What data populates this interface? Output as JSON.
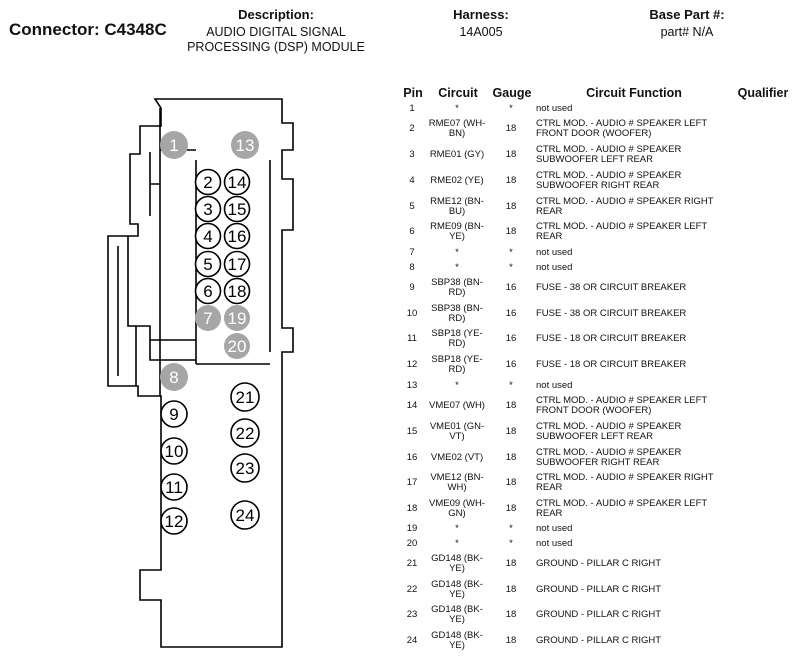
{
  "header": {
    "connector": "Connector: C4348C",
    "description_label": "Description:",
    "description_line1": "AUDIO DIGITAL SIGNAL",
    "description_line2": "PROCESSING (DSP) MODULE",
    "harness_label": "Harness:",
    "harness_value": "14A005",
    "base_part_label": "Base Part #:",
    "base_part_value": "part# N/A"
  },
  "columns": {
    "pin": "Pin",
    "circuit": "Circuit",
    "gauge": "Gauge",
    "function": "Circuit Function",
    "qualifier": "Qualifier"
  },
  "pins": [
    {
      "pin": "1",
      "circuit": [
        "*"
      ],
      "gauge": "*",
      "function": [
        "not used"
      ]
    },
    {
      "pin": "2",
      "circuit": [
        "RME07 (WH-",
        "BN)"
      ],
      "gauge": "18",
      "function": [
        "CTRL MOD. - AUDIO # SPEAKER LEFT",
        "FRONT DOOR (WOOFER)"
      ]
    },
    {
      "pin": "3",
      "circuit": [
        "RME01 (GY)"
      ],
      "gauge": "18",
      "function": [
        "CTRL MOD. - AUDIO # SPEAKER",
        "SUBWOOFER LEFT REAR"
      ]
    },
    {
      "pin": "4",
      "circuit": [
        "RME02 (YE)"
      ],
      "gauge": "18",
      "function": [
        "CTRL MOD. - AUDIO # SPEAKER",
        "SUBWOOFER RIGHT REAR"
      ]
    },
    {
      "pin": "5",
      "circuit": [
        "RME12 (BN-",
        "BU)"
      ],
      "gauge": "18",
      "function": [
        "CTRL MOD. - AUDIO # SPEAKER RIGHT",
        "REAR"
      ]
    },
    {
      "pin": "6",
      "circuit": [
        "RME09 (BN-",
        "YE)"
      ],
      "gauge": "18",
      "function": [
        "CTRL MOD. - AUDIO # SPEAKER LEFT",
        "REAR"
      ]
    },
    {
      "pin": "7",
      "circuit": [
        "*"
      ],
      "gauge": "*",
      "function": [
        "not used"
      ]
    },
    {
      "pin": "8",
      "circuit": [
        "*"
      ],
      "gauge": "*",
      "function": [
        "not used"
      ]
    },
    {
      "pin": "9",
      "circuit": [
        "SBP38 (BN-",
        "RD)"
      ],
      "gauge": "16",
      "function": [
        "FUSE - 38 OR CIRCUIT BREAKER"
      ]
    },
    {
      "pin": "10",
      "circuit": [
        "SBP38 (BN-",
        "RD)"
      ],
      "gauge": "16",
      "function": [
        "FUSE - 38 OR CIRCUIT BREAKER"
      ]
    },
    {
      "pin": "11",
      "circuit": [
        "SBP18 (YE-",
        "RD)"
      ],
      "gauge": "16",
      "function": [
        "FUSE - 18 OR CIRCUIT BREAKER"
      ]
    },
    {
      "pin": "12",
      "circuit": [
        "SBP18 (YE-",
        "RD)"
      ],
      "gauge": "16",
      "function": [
        "FUSE - 18 OR CIRCUIT BREAKER"
      ]
    },
    {
      "pin": "13",
      "circuit": [
        "*"
      ],
      "gauge": "*",
      "function": [
        "not used"
      ]
    },
    {
      "pin": "14",
      "circuit": [
        "VME07 (WH)"
      ],
      "gauge": "18",
      "function": [
        "CTRL MOD. - AUDIO # SPEAKER LEFT",
        "FRONT DOOR (WOOFER)"
      ]
    },
    {
      "pin": "15",
      "circuit": [
        "VME01 (GN-",
        "VT)"
      ],
      "gauge": "18",
      "function": [
        "CTRL MOD. - AUDIO # SPEAKER",
        "SUBWOOFER LEFT REAR"
      ]
    },
    {
      "pin": "16",
      "circuit": [
        "VME02 (VT)"
      ],
      "gauge": "18",
      "function": [
        "CTRL MOD. - AUDIO # SPEAKER",
        "SUBWOOFER RIGHT REAR"
      ]
    },
    {
      "pin": "17",
      "circuit": [
        "VME12 (BN-",
        "WH)"
      ],
      "gauge": "18",
      "function": [
        "CTRL MOD. - AUDIO # SPEAKER RIGHT",
        "REAR"
      ]
    },
    {
      "pin": "18",
      "circuit": [
        "VME09 (WH-",
        "GN)"
      ],
      "gauge": "18",
      "function": [
        "CTRL MOD. - AUDIO # SPEAKER LEFT",
        "REAR"
      ]
    },
    {
      "pin": "19",
      "circuit": [
        "*"
      ],
      "gauge": "*",
      "function": [
        "not used"
      ]
    },
    {
      "pin": "20",
      "circuit": [
        "*"
      ],
      "gauge": "*",
      "function": [
        "not used"
      ]
    },
    {
      "pin": "21",
      "circuit": [
        "GD148 (BK-",
        "YE)"
      ],
      "gauge": "18",
      "function": [
        "GROUND - PILLAR C RIGHT"
      ]
    },
    {
      "pin": "22",
      "circuit": [
        "GD148 (BK-",
        "YE)"
      ],
      "gauge": "18",
      "function": [
        "GROUND - PILLAR C RIGHT"
      ]
    },
    {
      "pin": "23",
      "circuit": [
        "GD148 (BK-",
        "YE)"
      ],
      "gauge": "18",
      "function": [
        "GROUND - PILLAR C RIGHT"
      ]
    },
    {
      "pin": "24",
      "circuit": [
        "GD148 (BK-",
        "YE)"
      ],
      "gauge": "18",
      "function": [
        "GROUND - PILLAR C RIGHT"
      ]
    }
  ],
  "connector_pins": [
    {
      "label": "1",
      "used": false
    },
    {
      "label": "2",
      "used": true
    },
    {
      "label": "3",
      "used": true
    },
    {
      "label": "4",
      "used": true
    },
    {
      "label": "5",
      "used": true
    },
    {
      "label": "6",
      "used": true
    },
    {
      "label": "7",
      "used": false
    },
    {
      "label": "8",
      "used": false
    },
    {
      "label": "9",
      "used": true
    },
    {
      "label": "10",
      "used": true
    },
    {
      "label": "11",
      "used": true
    },
    {
      "label": "12",
      "used": true
    },
    {
      "label": "13",
      "used": false
    },
    {
      "label": "14",
      "used": true
    },
    {
      "label": "15",
      "used": true
    },
    {
      "label": "16",
      "used": true
    },
    {
      "label": "17",
      "used": true
    },
    {
      "label": "18",
      "used": true
    },
    {
      "label": "19",
      "used": false
    },
    {
      "label": "20",
      "used": false
    },
    {
      "label": "21",
      "used": true
    },
    {
      "label": "22",
      "used": true
    },
    {
      "label": "23",
      "used": true
    },
    {
      "label": "24",
      "used": true
    }
  ],
  "colors": {
    "unused_pin_fill": "#a6a6a6",
    "unused_pin_text": "#ffffff",
    "used_pin_fill": "#ffffff",
    "outline": "#000000"
  }
}
